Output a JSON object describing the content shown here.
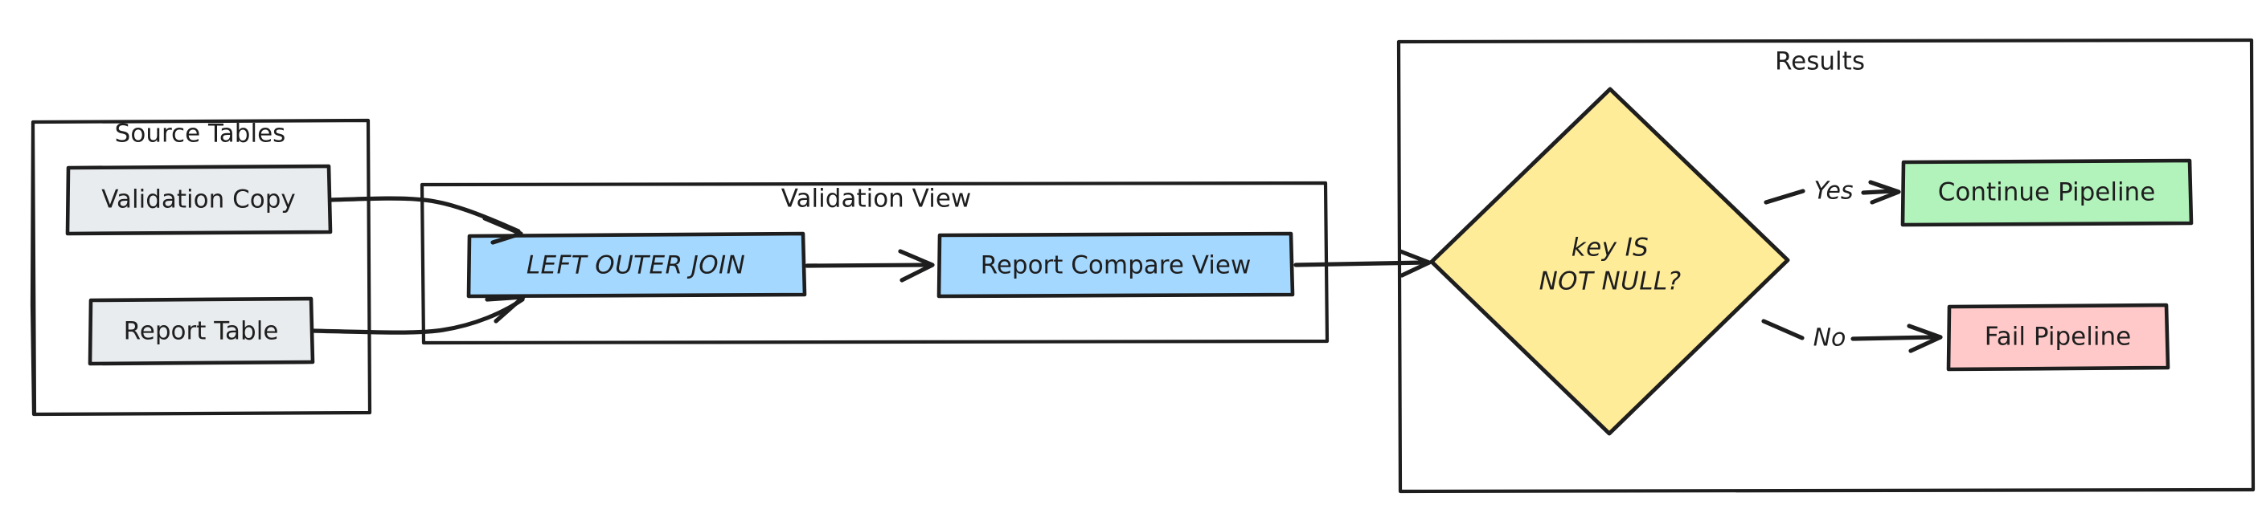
{
  "diagram": {
    "title": "Validation pipeline flowchart",
    "style": "hand-drawn",
    "background": "#ffffff",
    "stroke_color": "#1e1e1e"
  },
  "containers": [
    {
      "id": "source-tables",
      "label": "Source Tables"
    },
    {
      "id": "validation-view",
      "label": "Validation View"
    },
    {
      "id": "results",
      "label": "Results"
    }
  ],
  "nodes": [
    {
      "id": "validation-copy",
      "label": "Validation Copy",
      "fill": "#e9ecef",
      "shape": "rect"
    },
    {
      "id": "report-table",
      "label": "Report Table",
      "fill": "#e9ecef",
      "shape": "rect"
    },
    {
      "id": "left-outer-join",
      "label": "LEFT OUTER JOIN",
      "fill": "#a5d8ff",
      "shape": "rect"
    },
    {
      "id": "report-compare-view",
      "label": "Report Compare View",
      "fill": "#a5d8ff",
      "shape": "rect"
    },
    {
      "id": "key-not-null",
      "label_line1": "key IS",
      "label_line2": "NOT NULL?",
      "fill": "#ffec99",
      "shape": "diamond"
    },
    {
      "id": "continue-pipeline",
      "label": "Continue Pipeline",
      "fill": "#b2f2bb",
      "shape": "rect"
    },
    {
      "id": "fail-pipeline",
      "label": "Fail Pipeline",
      "fill": "#ffc9c9",
      "shape": "rect"
    }
  ],
  "edges": [
    {
      "id": "edge-validation-copy-to-join",
      "from": "validation-copy",
      "to": "left-outer-join",
      "label": ""
    },
    {
      "id": "edge-report-table-to-join",
      "from": "report-table",
      "to": "left-outer-join",
      "label": ""
    },
    {
      "id": "edge-join-to-compare",
      "from": "left-outer-join",
      "to": "report-compare-view",
      "label": ""
    },
    {
      "id": "edge-compare-to-decision",
      "from": "report-compare-view",
      "to": "key-not-null",
      "label": ""
    },
    {
      "id": "edge-decision-yes",
      "from": "key-not-null",
      "to": "continue-pipeline",
      "label": "Yes"
    },
    {
      "id": "edge-decision-no",
      "from": "key-not-null",
      "to": "fail-pipeline",
      "label": "No"
    }
  ],
  "edge_labels": {
    "yes": "Yes",
    "no": "No"
  }
}
